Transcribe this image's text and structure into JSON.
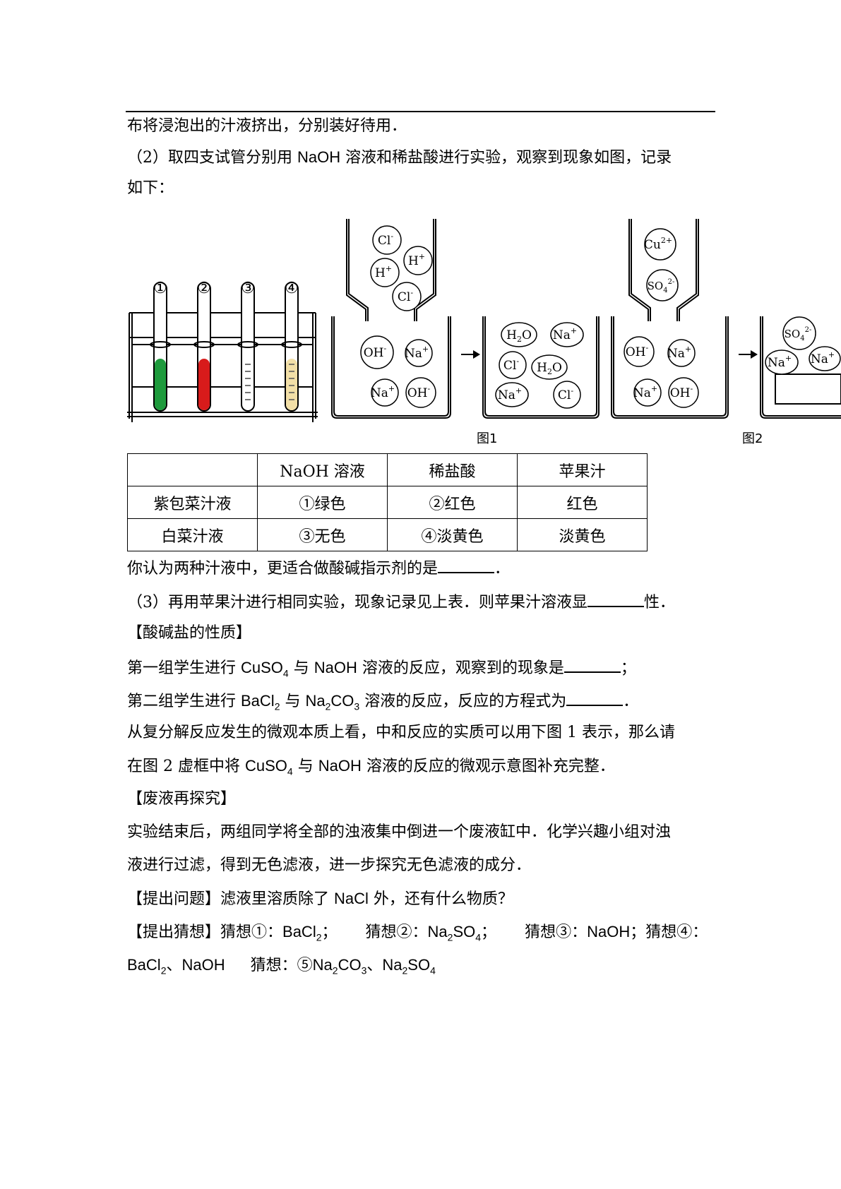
{
  "lines": {
    "l1": "布将浸泡出的汁液挤出，分别装好待用．",
    "l2a": "（2）取四支试管分别用 ",
    "l2b": "NaOH",
    "l2c": " 溶液和稀盐酸进行实验，观察到现象如图，记录",
    "l3": "如下：",
    "l4a": "你认为两种汁液中，更适合做酸碱指示剂的是",
    "l4b": "．",
    "l5a": "（3）再用苹果汁进行相同实验，现象记录见上表．则苹果汁溶液显",
    "l5b": "性．",
    "h1": "【酸碱盐的性质】",
    "l6a": "第一组学生进行 ",
    "l6b": " 与 ",
    "l6c": " 溶液的反应，观察到的现象是",
    "l6d": "；",
    "l7a": "第二组学生进行 ",
    "l7b": " 与 ",
    "l7c": " 溶液的反应，反应的方程式为",
    "l7d": "．",
    "l8": "从复分解反应发生的微观本质上看，中和反应的实质可以用下图 1 表示，那么请",
    "l9a": "在图 2 虚框中将 ",
    "l9b": " 与 ",
    "l9c": " 溶液的反应的微观示意图补充完整．",
    "h2": "【废液再探究】",
    "l10": "实验结束后，两组同学将全部的浊液集中倒进一个废液缸中．化学兴趣小组对浊",
    "l11": "液进行过滤，得到无色滤液，进一步探究无色滤液的成分．",
    "l12a": "【提出问题】滤液里溶质除了 ",
    "l12b": "NaCl",
    "l12c": " 外，还有什么物质？",
    "l13a": "【提出猜想】猜想①：",
    "l13b": "猜想②：",
    "l13c": "猜想③：",
    "l13d": "NaOH",
    "l13e": "；猜想④：",
    "l14b": "猜想：⑤"
  },
  "formulas": {
    "naoh": "NaOH",
    "cuso4_base": "CuSO",
    "cuso4_sub": "4",
    "ba_base": "BaCl",
    "ba_sub": "2",
    "na2_base": "Na",
    "na2_sub": "2",
    "co3_base": "CO",
    "co3_sub": "3",
    "so4_base": "SO",
    "so4_sub": "4",
    "semicolon": "；",
    "comma": "、"
  },
  "figure": {
    "tube_numbers": [
      "①",
      "②",
      "③",
      "④"
    ],
    "tube_colors": [
      "#1e9a3c",
      "#d81b1b",
      "#ffffff",
      "#f2dfa7"
    ],
    "fig1_caption": "图1",
    "fig2_caption": "图2",
    "ions": {
      "cl": "Cl",
      "cl_sup": "-",
      "h": "H",
      "h_sup": "+",
      "oh": "OH",
      "oh_sup": "-",
      "na": "Na",
      "na_sup": "+",
      "h2o_h": "H",
      "h2o_sub": "2",
      "h2o_o": "O",
      "cu": "Cu",
      "cu_sup": "2+",
      "so4": "SO",
      "so4_sub": "4",
      "so4_sup": "2-"
    }
  },
  "table": {
    "header": [
      "",
      "NaOH 溶液",
      "稀盐酸",
      "苹果汁"
    ],
    "rows": [
      [
        "紫包菜汁液",
        "①绿色",
        "②红色",
        "红色"
      ],
      [
        "白菜汁液",
        "③无色",
        "④淡黄色",
        "淡黄色"
      ]
    ]
  }
}
